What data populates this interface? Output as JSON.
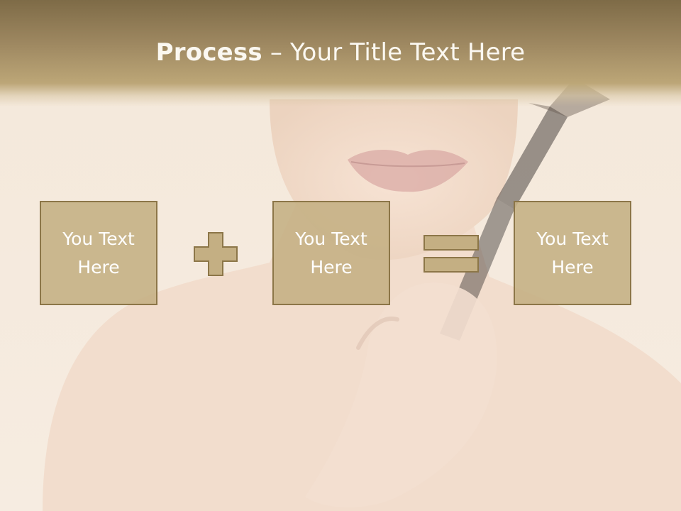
{
  "title": {
    "bold_part": "Process",
    "separator": " – ",
    "rest": "Your Title Text Here"
  },
  "boxes": [
    {
      "text": "You Text\nHere"
    },
    {
      "text": "You Text\nHere"
    },
    {
      "text": "You Text\nHere"
    }
  ],
  "operators": [
    "plus",
    "equals"
  ],
  "colors": {
    "title_band": "#9d8760",
    "box_fill": "#c4af83",
    "box_border": "#8c7648",
    "operator_fill": "#c4af83",
    "text": "#ffffff"
  }
}
